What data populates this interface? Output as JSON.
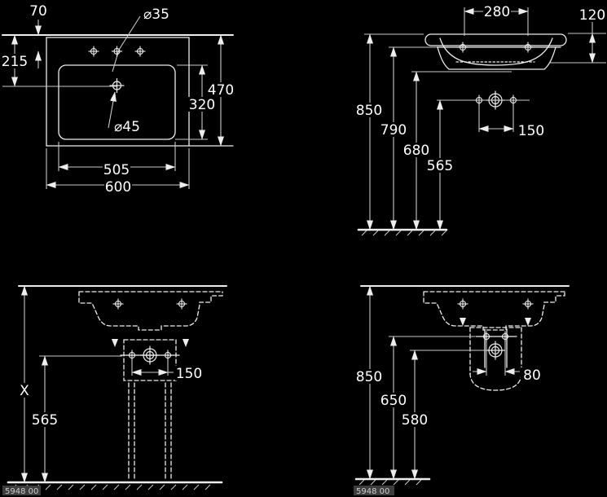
{
  "drawing": {
    "type": "sanitary-washbasin-dimension-drawing",
    "colors": {
      "background": "#000000",
      "object_line": "#ededed",
      "dimension_line": "#c9c9c9",
      "text": "#ffffff",
      "code_background": "#3d3d3d",
      "code_text": "#cccccc"
    },
    "plan_view": {
      "wall_offset": "70",
      "drain_setback": "215",
      "faucet_hole_diameter": "⌀35",
      "drain_hole_diameter": "⌀45",
      "bowl_depth": "320",
      "overall_depth": "470",
      "bowl_width": "505",
      "overall_width": "600"
    },
    "front_view": {
      "fixing_hole_spacing": "280",
      "front_edge_height": "120",
      "rim_height": "850",
      "underside_height": "790",
      "basin_bottom_height": "680",
      "trap_connection_height": "565",
      "trap_hole_spacing": "150"
    },
    "side_view_left": {
      "installation_height": "X",
      "trap_connection_height": "565",
      "trap_hole_spacing": "150",
      "product_code": "5948 00"
    },
    "side_view_right": {
      "rim_height": "850",
      "fixing_height": "650",
      "outlet_height": "580",
      "outlet_hole_spacing": "80",
      "product_code": "5948 00"
    }
  }
}
